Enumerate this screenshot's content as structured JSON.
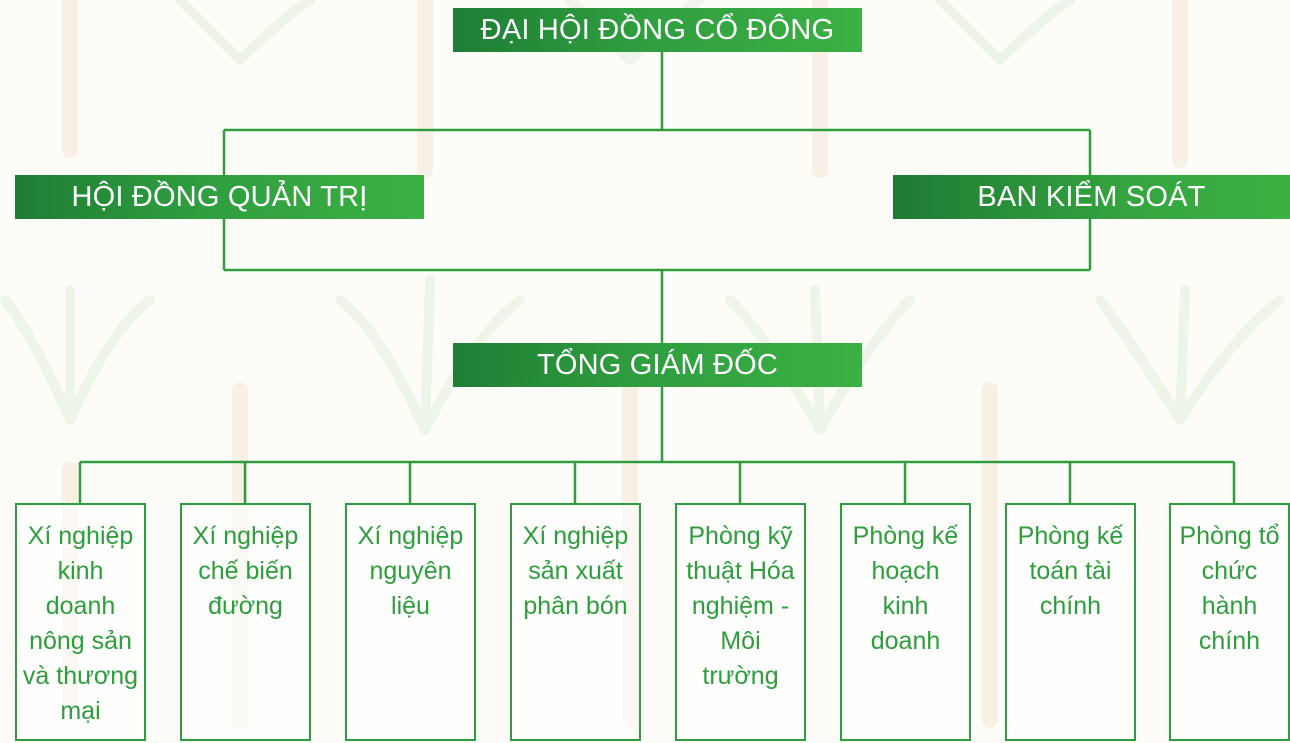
{
  "top": {
    "label": "ĐẠI HỘI ĐỒNG CỔ ĐÔNG"
  },
  "board": {
    "label": "HỘI ĐỒNG QUẢN TRỊ"
  },
  "supervisory": {
    "label": "BAN KIỂM SOÁT"
  },
  "ceo": {
    "label": "TỔNG GIÁM ĐỐC"
  },
  "units": [
    {
      "label": "Xí nghiệp kinh doanh nông sản và thương mại"
    },
    {
      "label": "Xí nghiệp chế biến đường"
    },
    {
      "label": "Xí nghiệp nguyên liệu"
    },
    {
      "label": "Xí nghiệp sản xuất phân bón"
    },
    {
      "label": "Phòng kỹ thuật Hóa nghiệm - Môi trường"
    },
    {
      "label": "Phòng kế hoạch kinh doanh"
    },
    {
      "label": "Phòng kế toán tài chính"
    },
    {
      "label": "Phòng tổ chức hành chính"
    }
  ],
  "colors": {
    "accent": "#2e9d3e",
    "dark": "#1f7a34",
    "background": "#fdfcf9"
  }
}
